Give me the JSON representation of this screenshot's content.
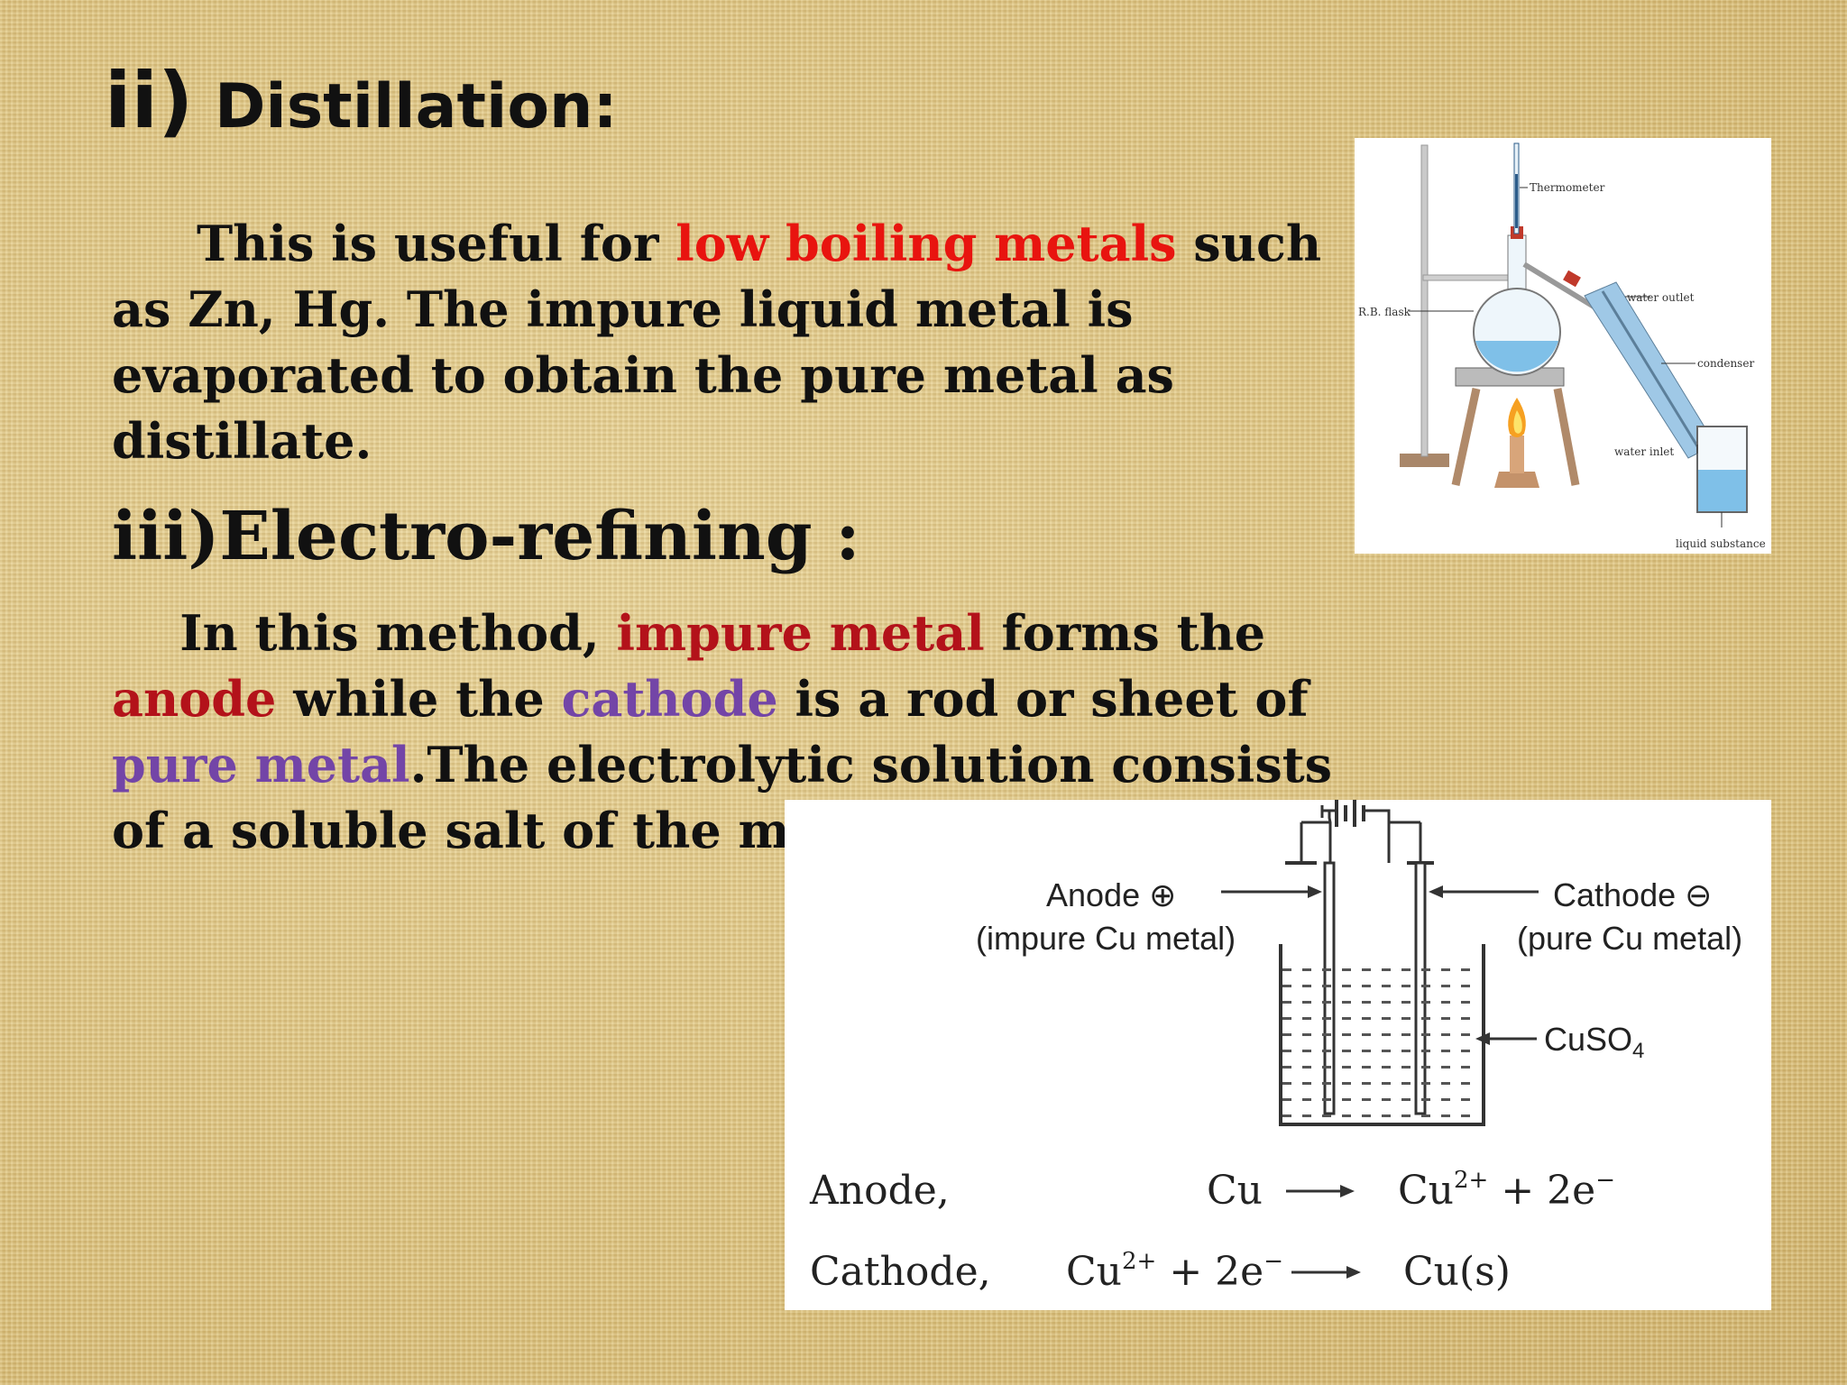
{
  "heading1": {
    "number": "ii)",
    "title": "Distillation:"
  },
  "para1": {
    "line1_pre": "This is useful for ",
    "line1_highlight": "low boiling metals",
    "line1_post": " such",
    "line2": "as Zn, Hg. The impure liquid metal is",
    "line3": "evaporated to obtain the pure metal as",
    "line4": "distillate."
  },
  "heading2": "iii)Electro-refining :",
  "para2": {
    "line1_pre": "In this method, ",
    "line1_highlight": "impure metal",
    "line1_post": " forms the",
    "line2_anode": "anode",
    "line2_mid": " while the ",
    "line2_cathode": "cathode",
    "line2_post": " is a rod or sheet of",
    "line3_highlight": "pure metal",
    "line3_post": ".The electrolytic solution consists",
    "line4": "of a soluble salt of the m"
  },
  "distillation_figure": {
    "labels": {
      "thermometer": "Thermometer",
      "rb_flask": "R.B. flask",
      "water_outlet": "water outlet",
      "condenser": "condenser",
      "water_inlet": "water inlet",
      "liquid_substance": "liquid substance"
    }
  },
  "electrolysis_figure": {
    "anode_label": "Anode ⊕",
    "anode_sub": "(impure Cu metal)",
    "cathode_label": "Cathode ⊖",
    "cathode_sub": "(pure Cu metal)",
    "electrolyte": "CuSO",
    "electrolyte_sub": "4",
    "eq_anode_label": "Anode,",
    "eq_anode_lhs": "Cu",
    "eq_anode_rhs": "Cu",
    "eq_anode_rhs_sup": "2+",
    "eq_anode_rhs_tail": " + 2e",
    "eq_anode_rhs_tail_sup": "−",
    "eq_cathode_label": "Cathode,",
    "eq_cathode_lhs": "Cu",
    "eq_cathode_lhs_sup": "2+",
    "eq_cathode_lhs_tail": " + 2e",
    "eq_cathode_lhs_tail_sup": "−",
    "eq_cathode_rhs": "Cu(s)"
  }
}
